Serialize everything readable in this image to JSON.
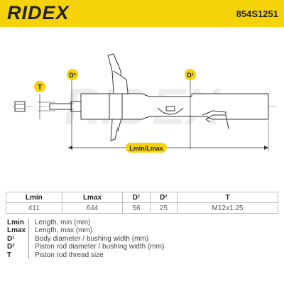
{
  "header": {
    "brand": "RIDEX",
    "part_number": "854S1251",
    "background": "#f6d209"
  },
  "drawing": {
    "labels": {
      "t": "T",
      "d2": "D²",
      "d1": "D¹",
      "length": "Lmin/Lmax"
    },
    "watermark": "RIDEX"
  },
  "table": {
    "headers": [
      "Lmin",
      "Lmax",
      "D¹",
      "D²",
      "T"
    ],
    "values": [
      "411",
      "644",
      "56",
      "25",
      "M12x1.25"
    ]
  },
  "legend": [
    {
      "key": "Lmin",
      "desc": "Length, min (mm)"
    },
    {
      "key": "Lmax",
      "desc": "Length, max (mm)"
    },
    {
      "key": "D¹",
      "desc": "Body diameter / bushing width (mm)"
    },
    {
      "key": "D²",
      "desc": "Piston rod diameter / bushing width (mm)"
    },
    {
      "key": "T",
      "desc": "Piston rod thread size"
    }
  ]
}
